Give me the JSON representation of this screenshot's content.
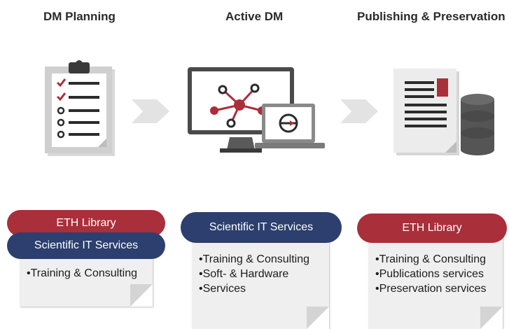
{
  "stages": [
    {
      "title": "DM Planning"
    },
    {
      "title": "Active DM"
    },
    {
      "title": "Publishing & Preservation"
    }
  ],
  "planning": {
    "top_label": "ETH Library",
    "bottom_label": "Scientific IT Services",
    "items": [
      "Training & Consulting"
    ]
  },
  "active": {
    "label": "Scientific IT Services",
    "items": [
      "Training & Consulting",
      "Soft- & Hardware",
      "Services"
    ]
  },
  "publishing": {
    "label": "ETH Library",
    "items": [
      "Training & Consulting",
      "Publications services",
      "Preservation services"
    ]
  },
  "colors": {
    "red": "#a92f3a",
    "blue": "#2c3f6e",
    "paper": "#efefef",
    "arrow": "#e3e3e3"
  },
  "icons": [
    "clipboard-checklist-icon",
    "monitor-laptop-network-icon",
    "document-database-icon",
    "chevron-arrow-icon"
  ]
}
